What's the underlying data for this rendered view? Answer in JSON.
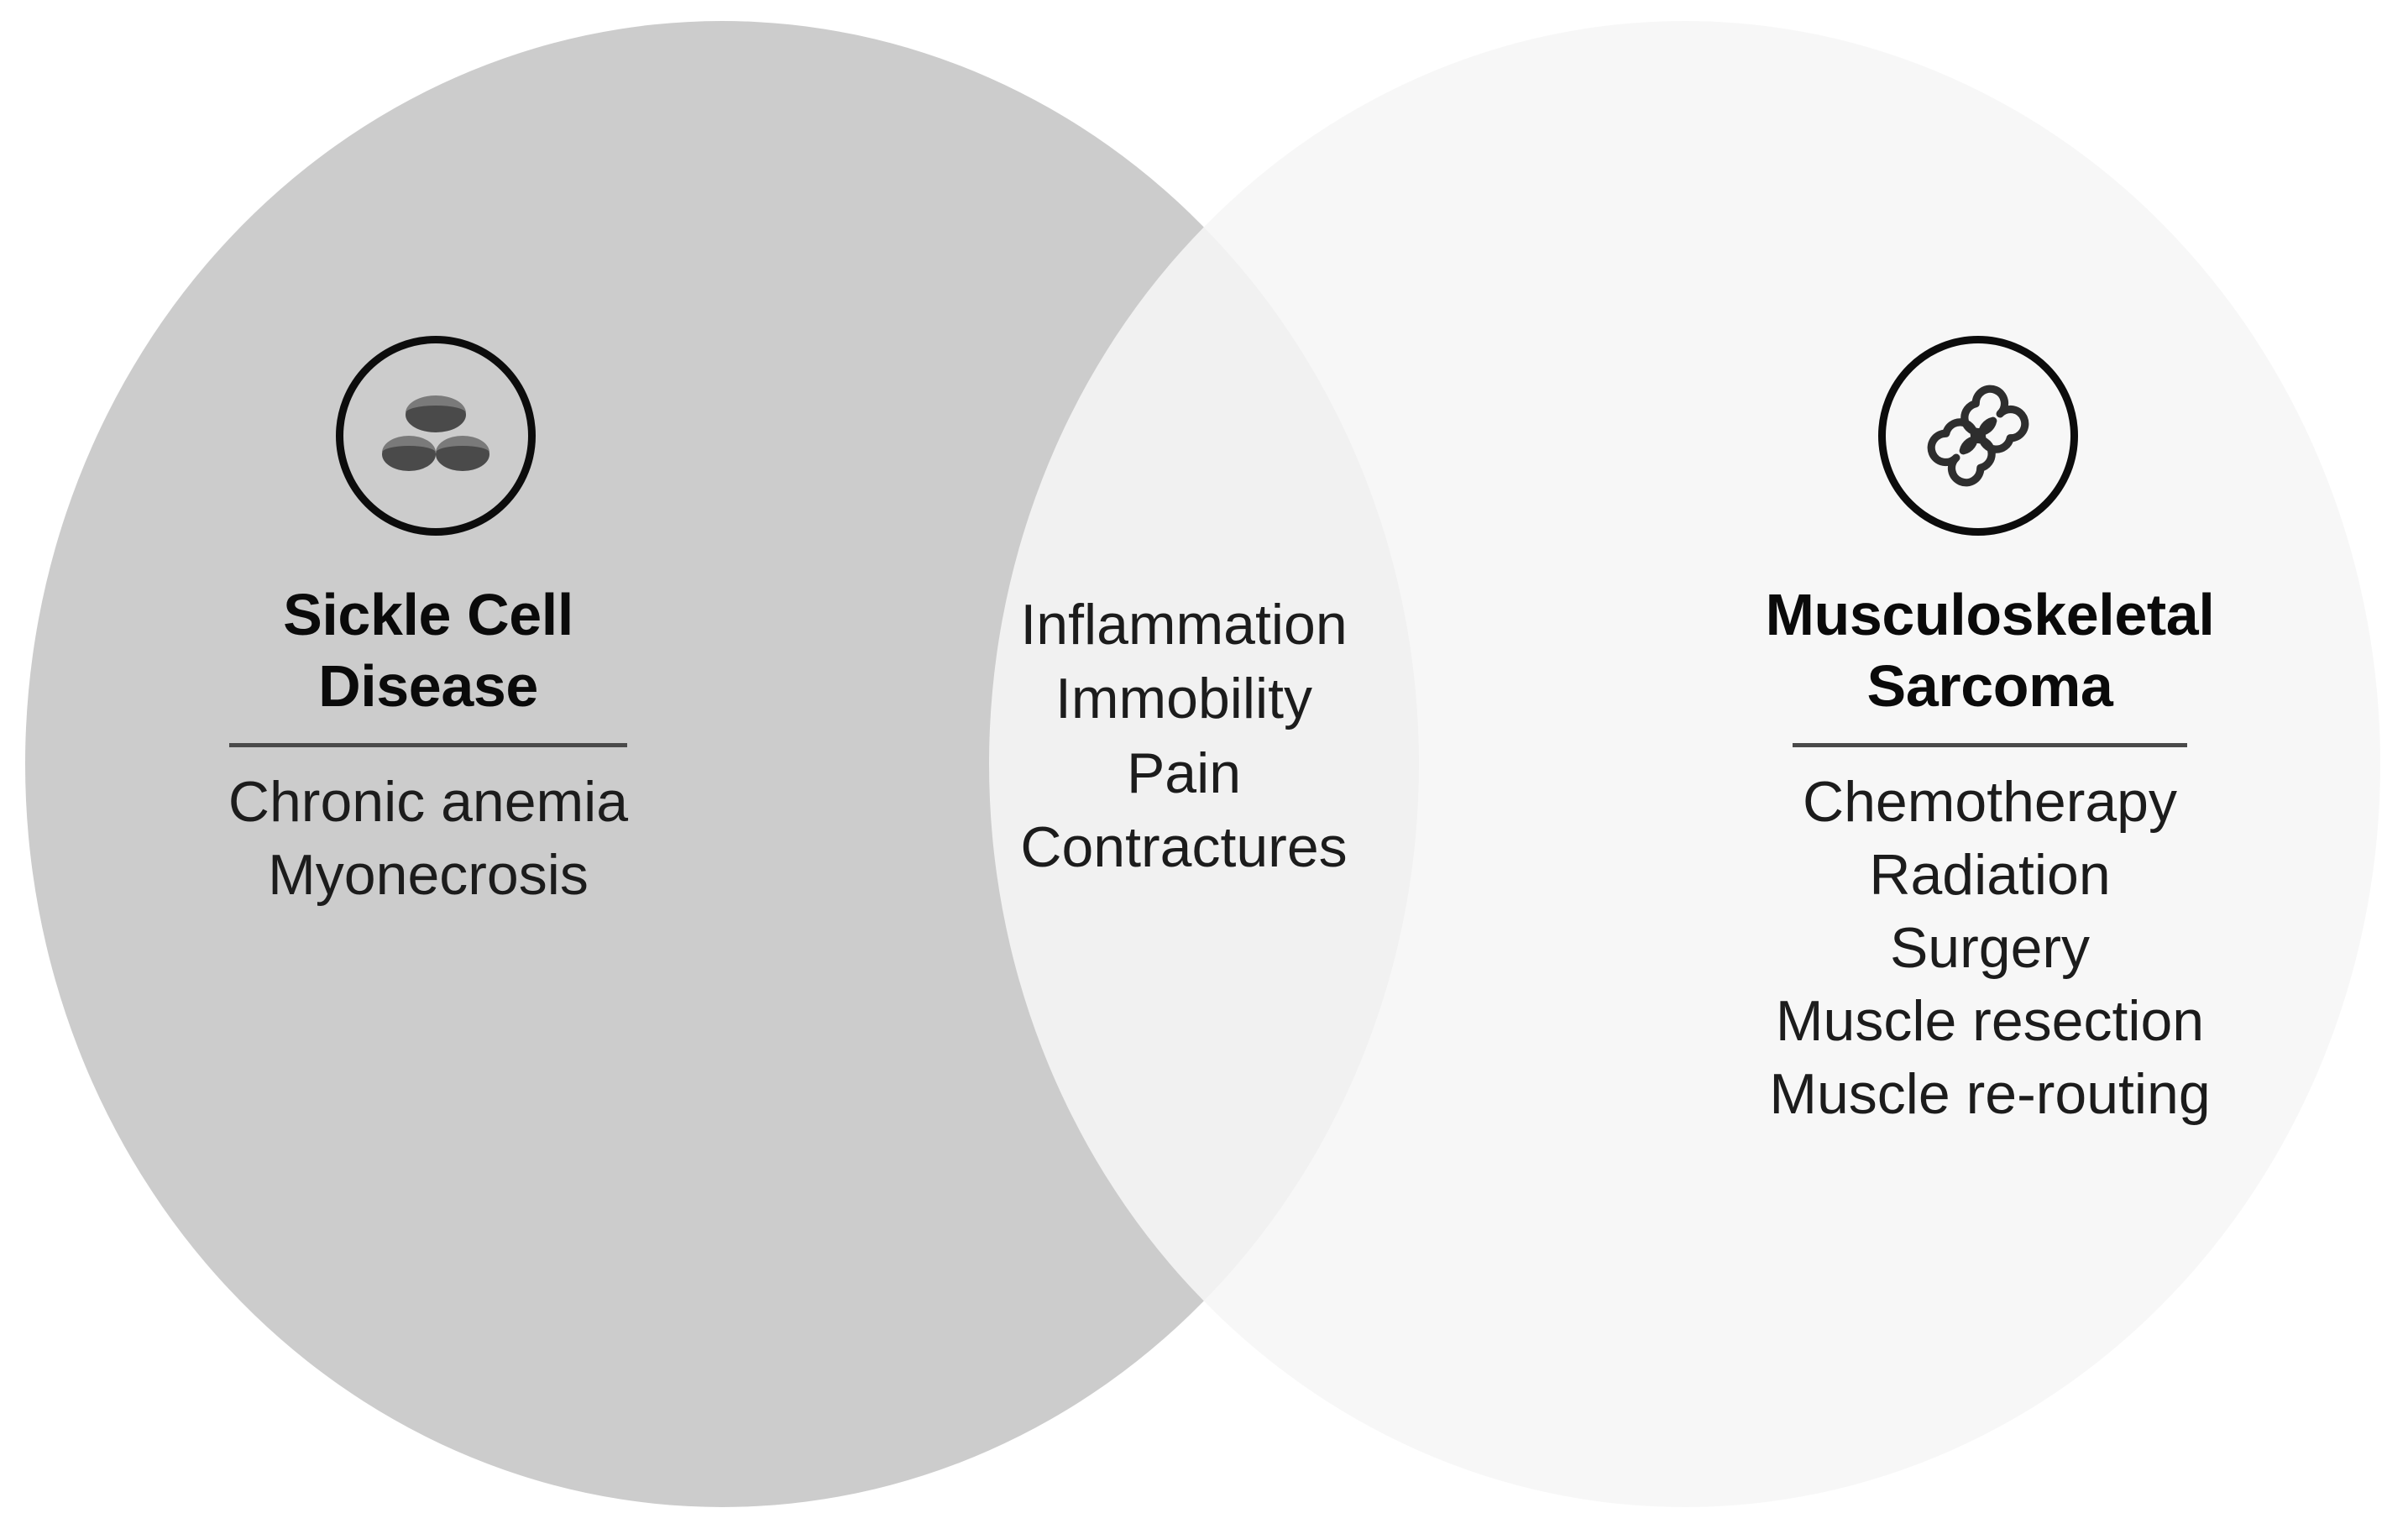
{
  "diagram": {
    "type": "venn",
    "background_color": "#ffffff",
    "left_circle": {
      "fill_color": "#cccccc",
      "icon": "blood-cells-icon",
      "title": "Sickle Cell\nDisease",
      "title_line1": "Sickle Cell",
      "title_line2": "Disease",
      "items": [
        "Chronic anemia",
        "Myonecrosis"
      ]
    },
    "overlap": {
      "fill_color": "#d8d8d8",
      "items": [
        "Inflammation",
        "Immobility",
        "Pain",
        "Contractures"
      ]
    },
    "right_circle": {
      "fill_color": "#f2f2f2",
      "icon": "bone-icon",
      "title": "Musculoskeletal\nSarcoma",
      "title_line1": "Musculoskeletal",
      "title_line2": "Sarcoma",
      "items": [
        "Chemotherapy",
        "Radiation",
        "Surgery",
        "Muscle resection",
        "Muscle re-routing"
      ]
    },
    "divider_color": "#4a4a4a",
    "text_color": "#1a1a1a",
    "icon_outline_color": "#0c0c0c",
    "icon_glyph_color": "#4a4a4a"
  }
}
